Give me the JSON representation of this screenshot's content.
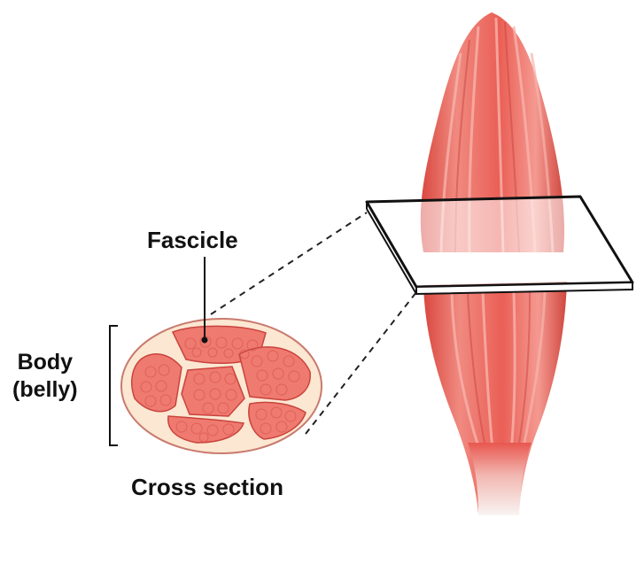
{
  "labels": {
    "fascicle": "Fascicle",
    "body_line1": "Body",
    "body_line2": "(belly)",
    "cross_section": "Cross section"
  },
  "colors": {
    "muscle": "#e8574f",
    "muscle_light": "#f3938a",
    "muscle_dark": "#c9443d",
    "fascicle_fill": "#ef7a70",
    "connective_tissue": "#fbe7d2",
    "tendon": "#f6f0ee",
    "outline": "#111111"
  }
}
